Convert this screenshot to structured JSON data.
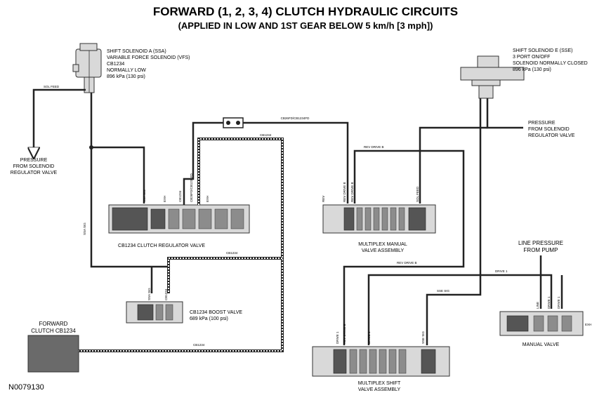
{
  "title": "FORWARD (1, 2, 3, 4) CLUTCH HYDRAULIC CIRCUITS",
  "subtitle": "(APPLIED IN LOW AND 1ST GEAR BELOW 5 km/h [3 mph])",
  "figure_code": "N0079130",
  "ssa": {
    "lines": [
      "SHIFT SOLENOID A (SSA)",
      "VARIABLE FORCE SOLENOID (VFS)",
      "CB1234",
      "NORMALLY LOW",
      "896 kPa (130 psi)"
    ]
  },
  "sse": {
    "lines": [
      "SHIFT SOLENOID E (SSE)",
      "3 PORT ON/OFF",
      "SOLENOID NORMALLY CLOSED",
      "896 kPa (130 psi)"
    ]
  },
  "sol_feed_label": "SOL FEED",
  "pressure_left": [
    "PRESSURE",
    "FROM SOLENOID",
    "REGULATOR VALVE"
  ],
  "pressure_right": [
    "PRESSURE",
    "FROM SOLENOID",
    "REGULATOR VALVE"
  ],
  "line_pressure": [
    "LINE PRESSURE",
    "FROM PUMP"
  ],
  "forward_clutch": [
    "FORWARD",
    "CLUTCH CB1234"
  ],
  "valves": {
    "cb1234_regulator": "CB1234 CLUTCH REGULATOR VALVE",
    "cb1234_boost": [
      "CB1234 BOOST VALVE",
      "689 kPa (100 psi)"
    ],
    "multiplex_manual": [
      "MULTIPLEX MANUAL",
      "VALVE ASSEMBLY"
    ],
    "multiplex_shift": [
      "MULTIPLEX SHIFT",
      "VALVE ASSEMBLY"
    ],
    "manual_valve": "MANUAL VALVE"
  },
  "circuit_labels": {
    "ssa_sig": "SSA SIG",
    "cb26fd": "CB26FD/CB1234FD",
    "cb1234_top": "CB1234",
    "cb1234_mid": "CB1234",
    "cb1234_bottom": "CB1234",
    "rev_drive_b_top": "REV DRIVE B",
    "rev_drive_b_mid": "REV DRIVE B",
    "drive_1": "DRIVE 1",
    "sse_sig": "SSE SIG"
  },
  "port_labels": {
    "reg": [
      "SSA SIG",
      "EXH",
      "CB1234",
      "CB26FD/CB1234FD",
      "EXH"
    ],
    "boost": [
      "SSA SIG",
      "CB1234"
    ],
    "manual": [
      "REV",
      "REV DRIVE B",
      "REV DRIVE B",
      "SOL FEED"
    ],
    "shift": [
      "DRIVE 1",
      "REV DRIVE B",
      "DRIVE 1",
      "SSE SIG"
    ],
    "mvalve": [
      "LINE",
      "DRIVE 1",
      "DRIVE 1",
      "EXH"
    ]
  }
}
